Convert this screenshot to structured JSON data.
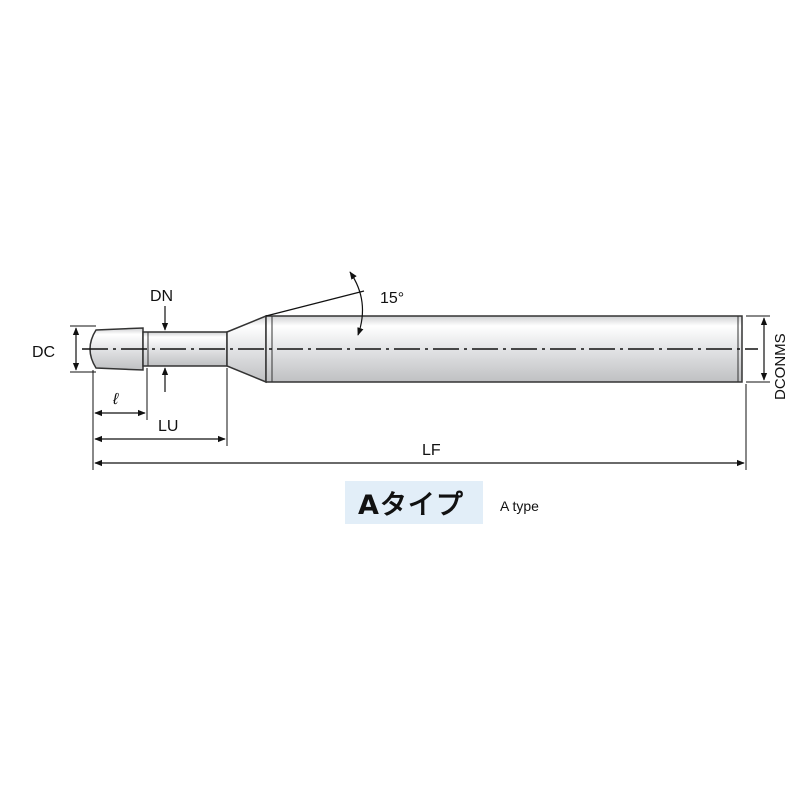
{
  "diagram": {
    "labels": {
      "dc": "DC",
      "dn": "DN",
      "angle": "15°",
      "dconms": "DCONMS",
      "l": "ℓ",
      "lu": "LU",
      "lf": "LF"
    },
    "type_label_ja": "Aタイプ",
    "type_label_en": "A type"
  }
}
